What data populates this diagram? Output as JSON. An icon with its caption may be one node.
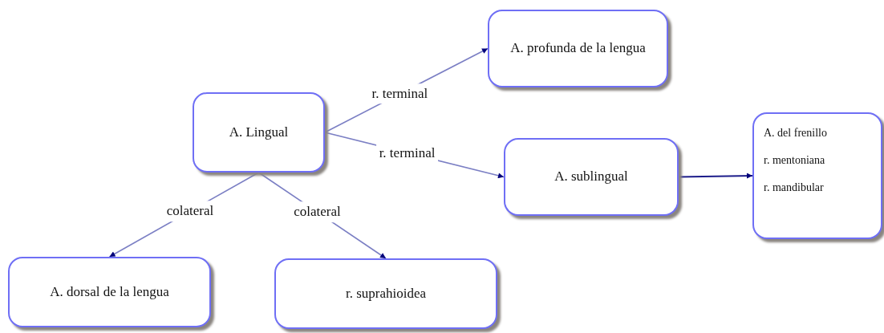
{
  "diagram": {
    "nodes": [
      {
        "text": [
          "A. Lingual"
        ]
      },
      {
        "text": [
          "A. profunda de la lengua"
        ]
      },
      {
        "text": [
          "A. sublingual"
        ]
      },
      {
        "text": [
          "A. del frenillo",
          "r. mentoniana",
          "r. mandibular"
        ]
      },
      {
        "text": [
          "A. dorsal de la lengua"
        ]
      },
      {
        "text": [
          "r. suprahioidea"
        ]
      }
    ],
    "edges": [
      {
        "from": 0,
        "to": 1,
        "arrow": "to",
        "label": "r. terminal"
      },
      {
        "from": 0,
        "to": 2,
        "arrow": "to",
        "label": "r. terminal"
      },
      {
        "from": 2,
        "to": 3,
        "arrow": "to",
        "color": "#1c1c8a"
      },
      {
        "from": 0,
        "to": 4,
        "arrow": "to",
        "label": "colateral"
      },
      {
        "from": 0,
        "to": 5,
        "arrow": "to",
        "label": "colateral"
      }
    ]
  }
}
